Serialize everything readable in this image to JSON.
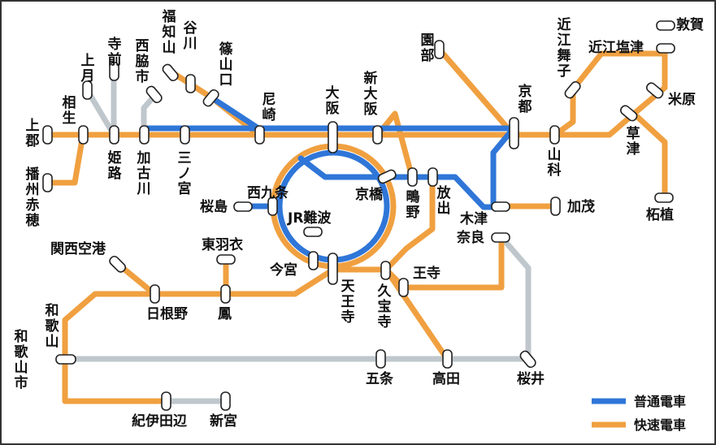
{
  "legend": {
    "local": {
      "label": "普通電車",
      "color": "#2f76d8"
    },
    "rapid": {
      "label": "快速電車",
      "color": "#f0a040"
    }
  },
  "colors": {
    "orange": "#f0a040",
    "blue": "#2f76d8",
    "gray": "#bfc7cc"
  },
  "stations": {
    "kamigori": "上郡",
    "aioi": "相生",
    "kamitsuki": "上月",
    "teramae": "寺前",
    "himeji": "姫路",
    "nishiwakishi": "西脇市",
    "kakogawa": "加古川",
    "sannomiya": "三ノ宮",
    "fukuchiyama": "福知山",
    "tanigawa": "谷川",
    "sasayamaguchi": "篠山口",
    "amagasaki": "尼崎",
    "osaka": "大阪",
    "shinosaka": "新大阪",
    "sonobe": "園部",
    "kyoto": "京都",
    "omimaiko": "近江舞子",
    "omishiotsu": "近江塩津",
    "tsuruga": "敦賀",
    "maibara": "米原",
    "kusatsu": "草津",
    "yamashina": "山科",
    "tsuge": "柘植",
    "banshuako": "播州赤穂",
    "sakurajima": "桜島",
    "nishikujo": "西九条",
    "kyobashi": "京橋",
    "shigino": "鴫野",
    "hanaten": "放出",
    "kizu": "木津",
    "kamo": "加茂",
    "nara": "奈良",
    "jrnamba": "JR難波",
    "imamiya": "今宮",
    "tennoji": "天王寺",
    "kuhoji": "久宝寺",
    "oji": "王寺",
    "kansaikuko": "関西空港",
    "higashihagoromo": "東羽衣",
    "hineno": "日根野",
    "otori": "鳳",
    "wakayama": "和歌山",
    "wakayamashi": "和歌山市",
    "gojo": "五条",
    "takada": "高田",
    "sakurai": "桜井",
    "kiitanabe": "紀伊田辺",
    "shingu": "新宮"
  }
}
